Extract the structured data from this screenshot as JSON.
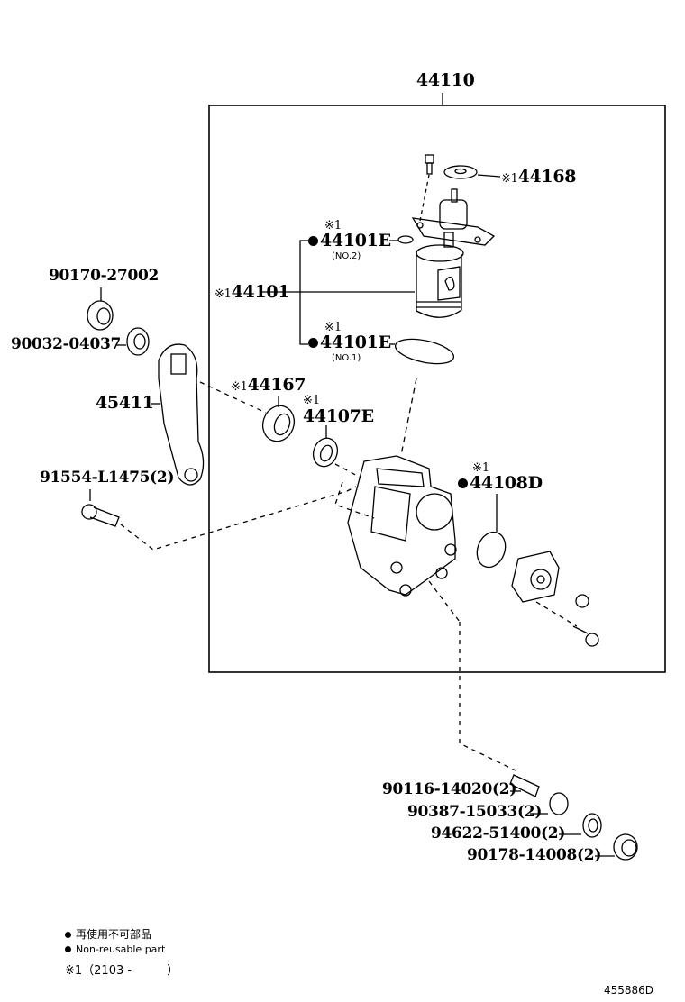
{
  "diagram": {
    "assembly": {
      "part_no": "44110"
    },
    "parts": [
      {
        "id": "44168",
        "mark": "※1",
        "label": "44168"
      },
      {
        "id": "44101E-no2",
        "mark": "※1",
        "non_reusable": true,
        "label": "44101E",
        "note": "(NO.2)"
      },
      {
        "id": "44101",
        "mark": "※1",
        "label": "44101"
      },
      {
        "id": "44101E-no1",
        "mark": "※1",
        "non_reusable": true,
        "label": "44101E",
        "note": "(NO.1)"
      },
      {
        "id": "44167",
        "mark": "※1",
        "label": "44167"
      },
      {
        "id": "44107E",
        "mark": "※1",
        "label": "44107E"
      },
      {
        "id": "44108D",
        "mark": "※1",
        "non_reusable": true,
        "label": "44108D"
      },
      {
        "id": "90170-27002",
        "label": "90170-27002"
      },
      {
        "id": "90032-04037",
        "label": "90032-04037"
      },
      {
        "id": "45411",
        "label": "45411"
      },
      {
        "id": "91554-L1475",
        "label": "91554-L1475(2)"
      },
      {
        "id": "90116-14020",
        "label": "90116-14020(2)"
      },
      {
        "id": "90387-15033",
        "label": "90387-15033(2)"
      },
      {
        "id": "94622-51400",
        "label": "94622-51400(2)"
      },
      {
        "id": "90178-14008",
        "label": "90178-14008(2)"
      }
    ]
  },
  "legend": {
    "non_reusable_jp": "再使用不可部品",
    "non_reusable_en": "Non-reusable part",
    "footnote": "※1（2103 -　　　）"
  },
  "figure_id": "455886D"
}
